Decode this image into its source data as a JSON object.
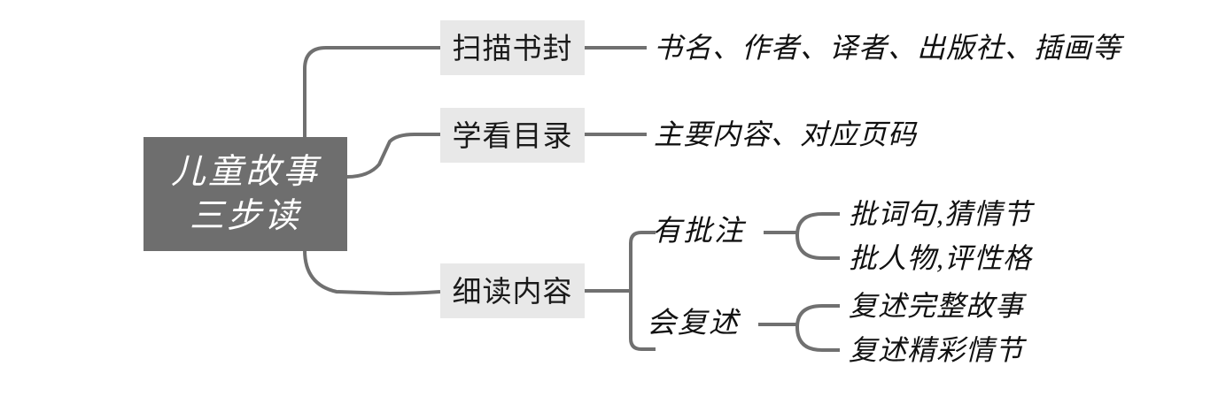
{
  "diagram": {
    "title": "儿童故事三步读",
    "type": "mind-map",
    "colors": {
      "root_fill": "#6e6e6e",
      "root_text": "#ffffff",
      "branch_fill": "#e8e8e8",
      "branch_text": "#1a1a1a",
      "connector": "#707070",
      "leaf_text": "#111111",
      "background": "#ffffff"
    },
    "root": {
      "line1": "儿童故事",
      "line2": "三步读"
    },
    "branches": [
      {
        "label": "扫描书封",
        "leaves": [
          {
            "label": "书名、作者、译者、出版社、插画等"
          }
        ]
      },
      {
        "label": "学看目录",
        "leaves": [
          {
            "label": "主要内容、对应页码"
          }
        ]
      },
      {
        "label": "细读内容",
        "children": [
          {
            "label": "有批注",
            "leaves": [
              {
                "label": "批词句,猜情节"
              },
              {
                "label": "批人物,评性格"
              }
            ]
          },
          {
            "label": "会复述",
            "leaves": [
              {
                "label": "复述完整故事"
              },
              {
                "label": "复述精彩情节"
              }
            ]
          }
        ]
      }
    ]
  }
}
